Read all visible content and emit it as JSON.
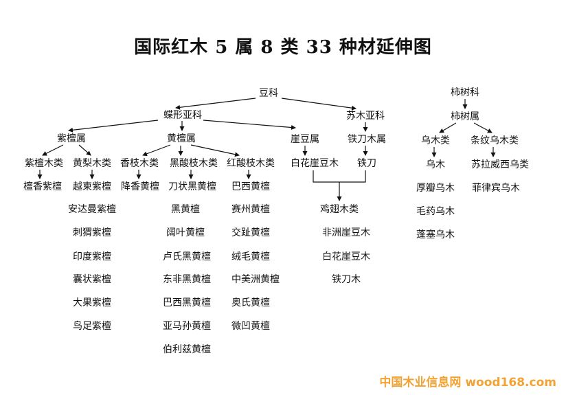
{
  "title": "国际红木 5 属 8 类 33 种材延伸图",
  "watermark": "中国木业信息网 wood168.com",
  "nodes": {
    "douke": "豆科",
    "diexing": "蝶形亚科",
    "sumu": "苏木亚科",
    "shishuke": "柿树科",
    "shishushu": "柿树属",
    "zitanshu": "紫檀属",
    "huangtanshu": "黄檀属",
    "yadoushu": "崖豆属",
    "tiedaomushu": "铁刀木属",
    "wumulei": "乌木类",
    "tiaowenwumulei": "条纹乌木类",
    "zitanmulei": "紫檀木类",
    "huanglimulei": "黄梨木类",
    "xiangzhimulei": "香枝木类",
    "heisuanzhimulei": "黑酸枝木类",
    "hongsuanzhimulei": "红酸枝木类",
    "baihuayadoumu": "白花崖豆木",
    "tiedao": "铁刀",
    "jichimulei": "鸡翅木类",
    "wumu": "乌木",
    "sulaweixiwulei": "苏拉威西乌类",
    "feilvbinwumu": "菲律宾乌木"
  },
  "species": {
    "zitan": [
      "檀香紫檀"
    ],
    "huangli": [
      "越柬紫檀",
      "安达曼紫檀",
      "刺猬紫檀",
      "印度紫檀",
      "囊状紫檀",
      "大果紫檀",
      "鸟足紫檀"
    ],
    "xiangzhi": [
      "降香黄檀"
    ],
    "heisuan": [
      "刀状黑黄檀",
      "黑黄檀",
      "阔叶黄檀",
      "卢氏黑黄檀",
      "东非黑黄檀",
      "巴西黑黄檀",
      "亚马孙黄檀",
      "伯利兹黄檀"
    ],
    "hongsuan": [
      "巴西黄檀",
      "赛州黄檀",
      "交趾黄檀",
      "绒毛黄檀",
      "中美洲黄檀",
      "奥氏黄檀",
      "微凹黄檀"
    ],
    "jichi": [
      "非洲崖豆木",
      "白花崖豆木",
      "铁刀木"
    ],
    "wumu": [
      "厚瓣乌木",
      "毛药乌木",
      "蓬塞乌木"
    ]
  }
}
